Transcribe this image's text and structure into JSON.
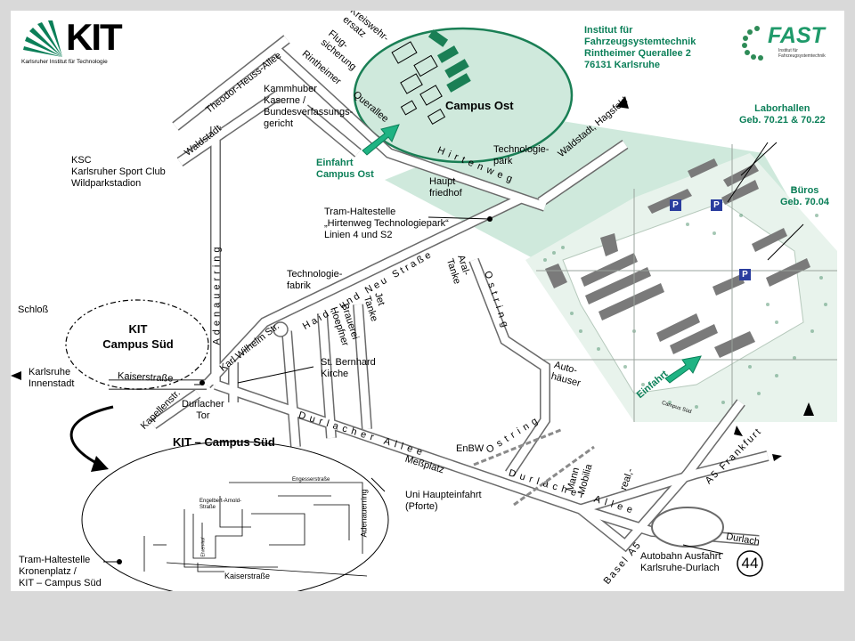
{
  "logo": {
    "wordmark": "KIT",
    "subtitle": "Karlsruher Institut für Technologie"
  },
  "institute": {
    "line1": "Institut für",
    "line2": "Fahrzeugsystemtechnik",
    "line3": "Rintheimer Querallee 2",
    "line4": "76131 Karlsruhe"
  },
  "fast_logo": {
    "word": "FAST",
    "sub1": "Institut für",
    "sub2": "Fahrzeugsystemtechnik"
  },
  "places": {
    "ksc": [
      "KSC",
      "Karlsruher Sport Club",
      "Wildparkstadion"
    ],
    "kammhuber": [
      "Kammhuber",
      "Kaserne /",
      "Bundesverfassungs-",
      "gericht"
    ],
    "campus_ost": "Campus Ost",
    "einfahrt_ost": [
      "Einfahrt",
      "Campus Ost"
    ],
    "technologiepark": [
      "Technologie-",
      "park"
    ],
    "hauptfriedhof": [
      "Haupt",
      "friedhof"
    ],
    "tram_hirtenweg": [
      "Tram-Haltestelle",
      "„Hirtenweg Technologiepark“",
      "Linien 4 und S2"
    ],
    "technologiefabrik": [
      "Technologie-",
      "fabrik"
    ],
    "schloss": "Schloß",
    "kit_sued": [
      "KIT",
      "Campus Süd"
    ],
    "innenstadt": [
      "Karlsruhe",
      "Innenstadt"
    ],
    "bernhard": [
      "St. Bernhard",
      "Kirche"
    ],
    "durlacher_tor": [
      "Durlacher",
      "Tor"
    ],
    "autohaeuser": [
      "Auto-",
      "häuser"
    ],
    "messplatz": "Meßplatz",
    "enbw": "EnBW",
    "mann_mobilia": "Mann\nMobilia",
    "real": "real,-",
    "haupteinfahrt": [
      "Uni Haupteinfahrt",
      "(Pforte)"
    ],
    "autobahn": [
      "Autobahn Ausfahrt",
      "Karlsruhe-Durlach"
    ],
    "tram_kronenplatz": [
      "Tram-Haltestelle",
      "Kronenplatz /",
      "KIT – Campus Süd"
    ],
    "inset_title": "KIT – Campus Süd",
    "laborhallen": [
      "Laborhallen",
      "Geb. 70.21 & 70.22"
    ],
    "bueros": [
      "Büros",
      "Geb. 70.04"
    ],
    "einfahrt": "Einfahrt",
    "exit_number": "44",
    "parking": "P"
  },
  "streets": {
    "theodor": "Theodor-Heuss-Allee",
    "waldstadt": "Waldstadt",
    "kreiswehr": "Kreiswehr-\nersatz",
    "flug": "Flug-\nsicherung",
    "rintheimer": "Rintheimer",
    "querallee": "Querallee",
    "hirtenweg": "Hirtenweg",
    "hagsfeld": "Waldstadt, Hagsfeld",
    "adenauerring": "Adenauerring",
    "haid_neu": "Haid- und Neu Straße",
    "aral": "Aral-\nTanke",
    "jet": "Jet\nTanke",
    "brauerei": "Brauerei\nHoepfner",
    "ostring": "Ostring",
    "ostring2": "Ostring",
    "kwilhelm": "Karl Wilhelm Str.",
    "kaiserstrasse": "Kaiserstraße",
    "kapellenstr": "Kapellenstr.",
    "durlacher_allee": "Durlacher Allee",
    "durlacher_allee2": "Durlacher Allee",
    "a5_frankfurt": "A5 Frankfurt",
    "basel": "Basel A5",
    "durlach": "Durlach",
    "inset_kaiser": "Kaiserstraße",
    "inset_adenauer": "Adenauerring",
    "inset_engesser": "Engesserstraße",
    "inset_engelbert": "Engelbert-Arnold-Straße",
    "inset_ehrenhof": "Ehren-hof",
    "campus_sued_rd": "Campus Süd"
  },
  "colors": {
    "teal": "#0b7f58",
    "green_fill": "#cfe9dc",
    "dark_green": "#1a7f55",
    "road": "#6a6a6a",
    "parking": "#2a3d9e"
  }
}
